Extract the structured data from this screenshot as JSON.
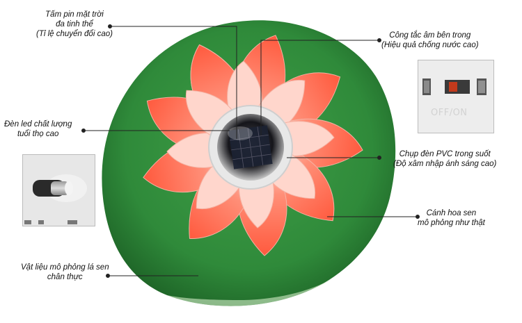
{
  "callouts": {
    "solar_panel": [
      "Tấm pin mặt trời",
      "đa tinh thể",
      "(Tỉ lệ chuyển đổi cao)"
    ],
    "led": [
      "Đèn led chất lượng",
      "tuổi thọ cao"
    ],
    "switch": [
      "Công tắc âm bên trong",
      "(Hiệu quả chống nước cao)"
    ],
    "cover": [
      "Chụp đèn PVC trong suốt",
      "(Độ xâm nhập ánh sáng cao)"
    ],
    "petals": [
      "Cánh hoa sen",
      "mô phỏng như thật"
    ],
    "leaf": [
      "Vật liệu mô phỏng lá sen",
      "chân thực"
    ]
  },
  "switch_inset": {
    "marking": "OFF/ON"
  },
  "colors": {
    "leaf": "#2f8a3a",
    "leaf_dark": "#1f6a2a",
    "petal": "#ff6f55",
    "petal_light": "#ffe3dc",
    "line": "#222222"
  }
}
